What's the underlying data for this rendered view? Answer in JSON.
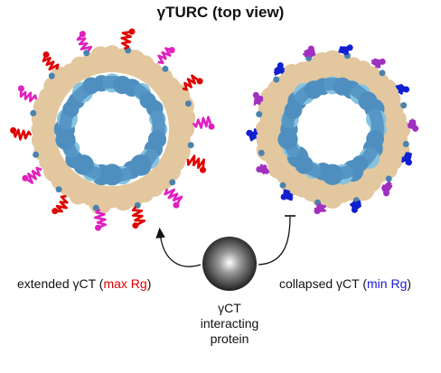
{
  "title": "γTURC (top view)",
  "left_label": {
    "prefix": "extended γCT (",
    "highlight": "max Rg",
    "suffix": ")",
    "highlight_color": "#e00000"
  },
  "right_label": {
    "prefix": "collapsed γCT (",
    "highlight": "min Rg",
    "suffix": ")",
    "highlight_color": "#1a1adc"
  },
  "center_label": {
    "line1": "γCT",
    "line2": "interacting",
    "line3": "protein"
  },
  "colors": {
    "outer_ring": "#e2c79f",
    "inner_ring": "#4f8fbf",
    "inner_ring_light": "#86c3e0",
    "outer_accent": "#4a83ad",
    "extended_tail_red": "#e00000",
    "extended_tail_magenta": "#e020c0",
    "collapsed_tail_blue": "#1020d0",
    "collapsed_tail_purple": "#a030c0"
  }
}
